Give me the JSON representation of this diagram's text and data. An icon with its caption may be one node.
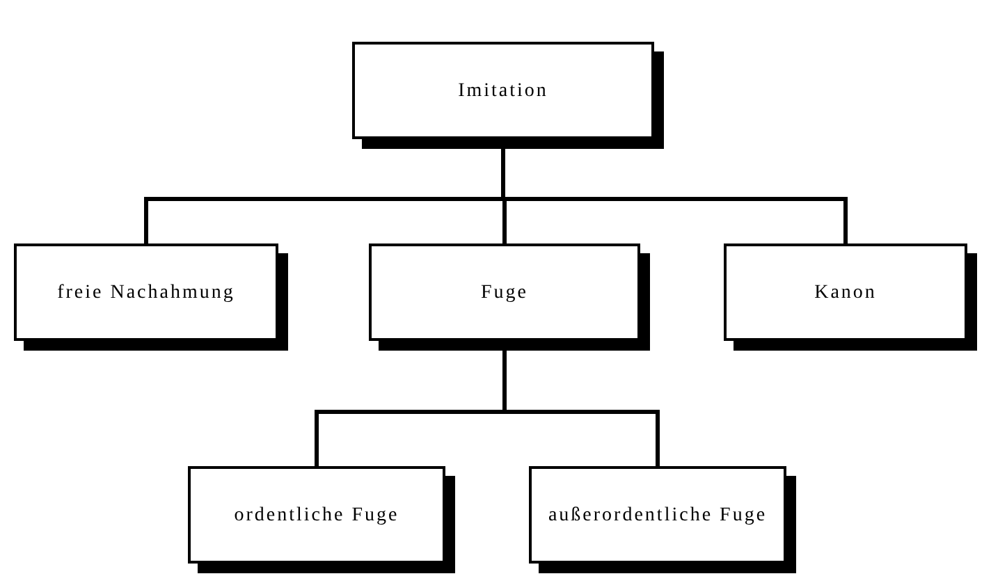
{
  "diagram": {
    "nodes": [
      {
        "text": [
          "Imitation"
        ]
      },
      {
        "text": [
          "freie Nachahmung"
        ]
      },
      {
        "text": [
          "Fuge"
        ]
      },
      {
        "text": [
          "Kanon"
        ]
      },
      {
        "text": [
          "ordentliche Fuge"
        ]
      },
      {
        "text": [
          "außerordentliche Fuge"
        ]
      }
    ],
    "edges": [
      {
        "from": 0,
        "to": 1,
        "arrow": "none"
      },
      {
        "from": 0,
        "to": 2,
        "arrow": "none"
      },
      {
        "from": 0,
        "to": 3,
        "arrow": "none"
      },
      {
        "from": 2,
        "to": 4,
        "arrow": "none"
      },
      {
        "from": 2,
        "to": 5,
        "arrow": "none"
      }
    ]
  }
}
